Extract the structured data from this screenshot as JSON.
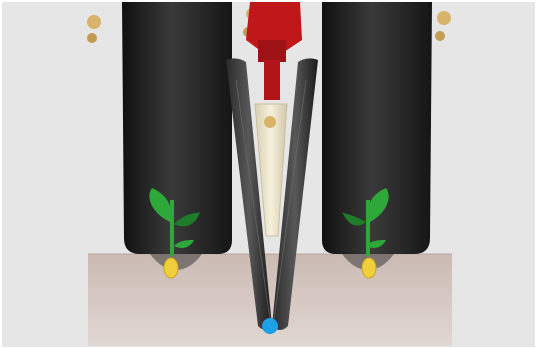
{
  "scene": {
    "subject": "planter-row-unit-illustration",
    "elements": {
      "left_gauge_wheel": "wheel",
      "right_gauge_wheel": "wheel",
      "opener_disc": "disc-opener",
      "seed_tube": "seed-tube",
      "frame_bracket": "frame",
      "soil_section": "soil",
      "left_seedling": "seedling-icon",
      "right_seedling": "seedling-icon",
      "seed_marker": "seed-dot"
    }
  },
  "colors": {
    "background_panel": "#e6e6e6",
    "soil": "#d8cdc8",
    "soil_top": "#c9bab3",
    "wheel_dark": "#1b1b1b",
    "wheel_mid": "#3b3b3b",
    "frame_red": "#c0171b",
    "seed_tube": "#efe8cf",
    "plant_green": "#2fa83a",
    "plant_leaf_dark": "#1f7d29",
    "seed_yellow": "#f0cf3a",
    "seed_dot_blue": "#1ea0e6",
    "bolt_gold": "#d9b36a"
  }
}
